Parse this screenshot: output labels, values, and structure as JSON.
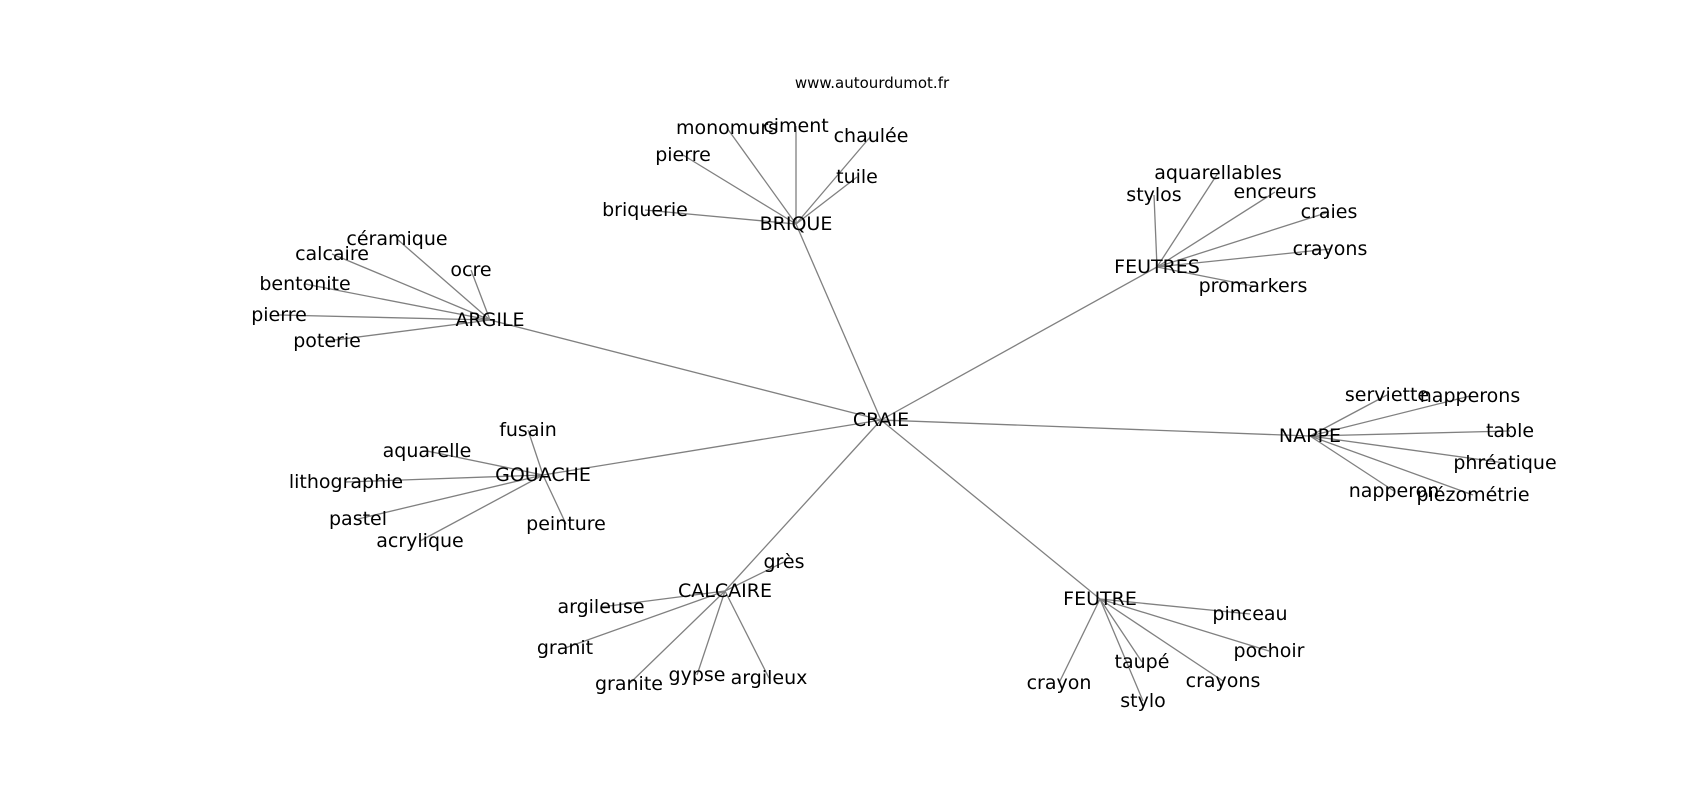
{
  "site_url": "www.autourdumot.fr",
  "root": "CRAIE",
  "groups": [
    {
      "hub": "BRIQUE",
      "leaves": [
        "monomurs",
        "ciment",
        "chaulée",
        "pierre",
        "tuile",
        "briquerie"
      ]
    },
    {
      "hub": "FEUTRES",
      "leaves": [
        "aquarellables",
        "stylos",
        "encreurs",
        "craies",
        "crayons",
        "promarkers"
      ]
    },
    {
      "hub": "ARGILE",
      "leaves": [
        "céramique",
        "calcaire",
        "ocre",
        "bentonite",
        "pierre",
        "poterie"
      ]
    },
    {
      "hub": "NAPPE",
      "leaves": [
        "serviette",
        "napperons",
        "table",
        "phréatique",
        "napperon",
        "piézométrie"
      ]
    },
    {
      "hub": "GOUACHE",
      "leaves": [
        "fusain",
        "aquarelle",
        "lithographie",
        "pastel",
        "acrylique",
        "peinture"
      ]
    },
    {
      "hub": "CALCAIRE",
      "leaves": [
        "grès",
        "argileuse",
        "granit",
        "granite",
        "gypse",
        "argileux"
      ]
    },
    {
      "hub": "FEUTRE",
      "leaves": [
        "pinceau",
        "pochoir",
        "taupé",
        "crayons",
        "crayon",
        "stylo"
      ]
    }
  ]
}
